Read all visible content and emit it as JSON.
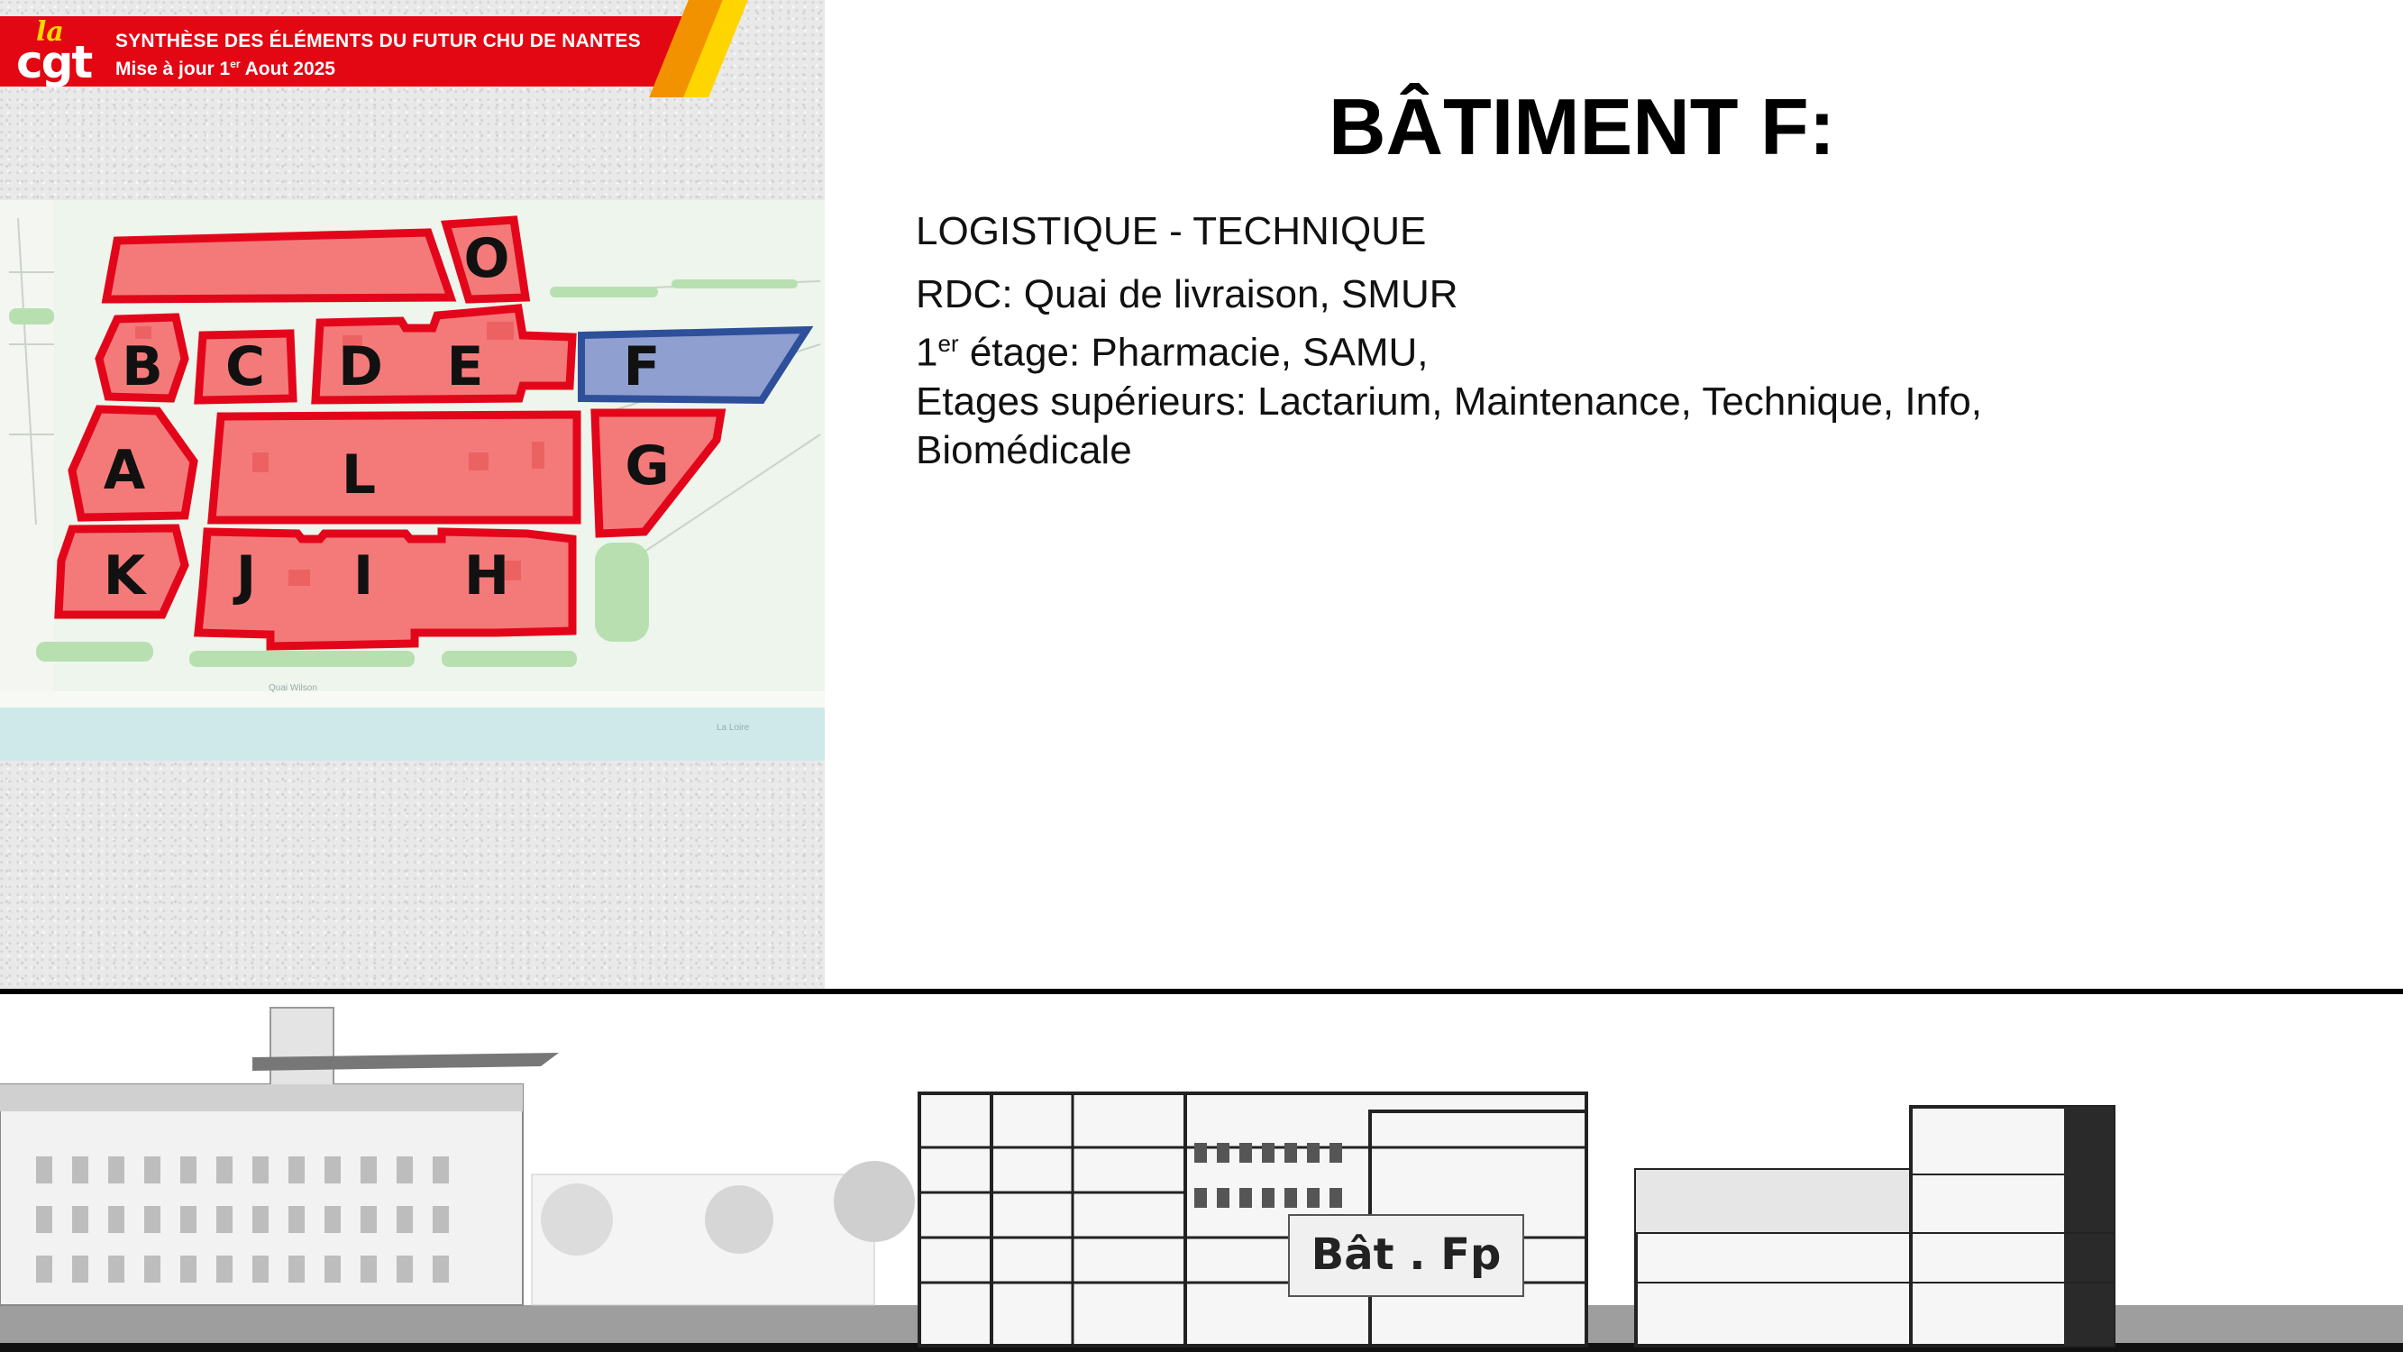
{
  "header": {
    "logo_la": "la",
    "logo_cgt": "cgt",
    "title": "SYNTHÈSE DES ÉLÉMENTS DU FUTUR CHU DE NANTES",
    "subtitle_prefix": "Mise à jour 1",
    "subtitle_sup": "er",
    "subtitle_suffix": " Aout 2025",
    "colors": {
      "band": "#e30613",
      "accent_orange": "#f39200",
      "accent_yellow": "#ffd500"
    }
  },
  "map": {
    "buildings": [
      "O",
      "B",
      "C",
      "D",
      "E",
      "F",
      "A",
      "L",
      "G",
      "K",
      "J",
      "I",
      "H"
    ],
    "highlighted": "F",
    "street_label": "Quai Wilson",
    "river_label": "La Loire",
    "colors": {
      "building_fill": "#f47a7a",
      "building_stroke": "#e3061b",
      "highlight_fill": "#8f9fd0",
      "highlight_stroke": "#2e4f9a"
    }
  },
  "content": {
    "title": "BÂTIMENT F:",
    "subheading": "LOGISTIQUE - TECHNIQUE",
    "line1": "RDC: Quai de livraison, SMUR",
    "line2_prefix": "1",
    "line2_sup": "er",
    "line2_suffix": " étage: Pharmacie, SAMU,",
    "line3": "Etages supérieurs: Lactarium, Maintenance, Technique, Info, Biomédicale"
  },
  "elevation": {
    "label": "Bât . Fp"
  }
}
